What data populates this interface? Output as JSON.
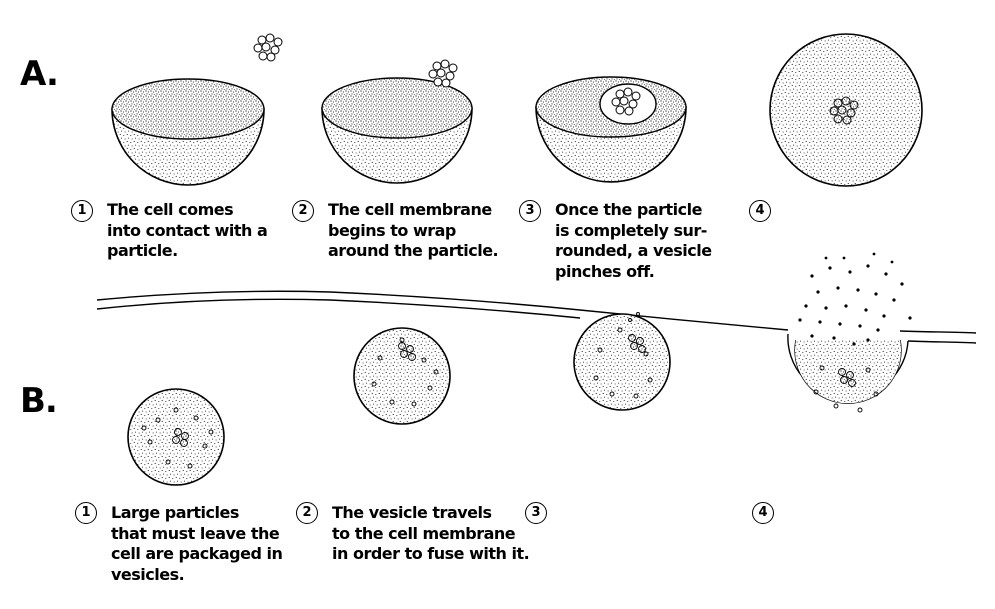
{
  "section_a": {
    "label": "A.",
    "steps": [
      {
        "number": "1",
        "lines": [
          "The cell comes",
          "into contact with a",
          "particle."
        ]
      },
      {
        "number": "2",
        "lines": [
          "The cell membrane",
          "begins to wrap",
          "around the particle."
        ]
      },
      {
        "number": "3",
        "lines": [
          "Once the particle",
          "is completely sur-",
          "rounded, a vesicle",
          "pinches off."
        ]
      },
      {
        "number": "4",
        "lines": []
      }
    ]
  },
  "section_b": {
    "label": "B.",
    "steps": [
      {
        "number": "1",
        "lines": [
          "Large particles",
          "that must leave the",
          "cell are packaged in",
          "vesicles."
        ]
      },
      {
        "number": "2",
        "lines": [
          "The vesicle travels",
          "to the cell membrane",
          "in order to fuse with it."
        ]
      },
      {
        "number": "3",
        "lines": []
      },
      {
        "number": "4",
        "lines": []
      }
    ]
  }
}
